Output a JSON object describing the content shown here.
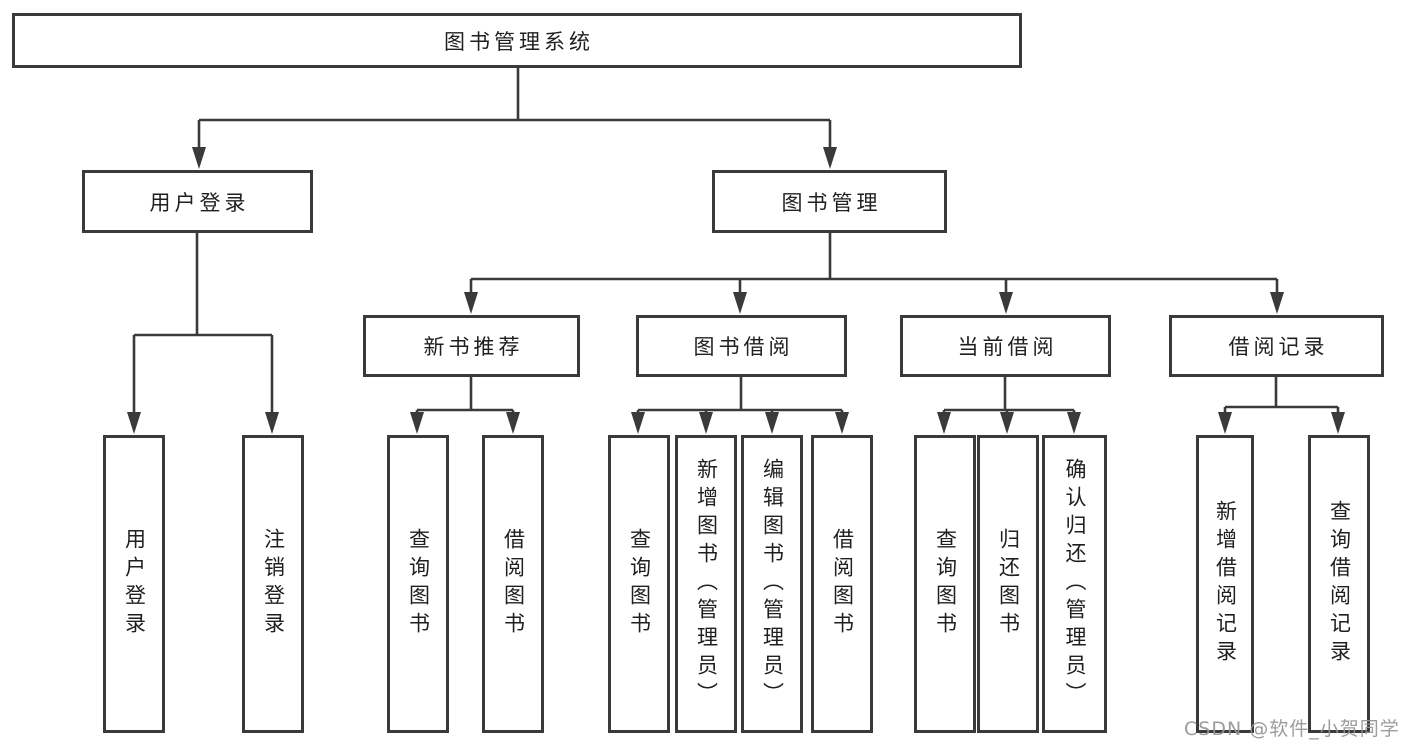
{
  "diagram": {
    "type": "hierarchy-tree",
    "root": {
      "label": "图书管理系统"
    },
    "level2": [
      {
        "label": "用户登录",
        "leaves": [
          "用户登录",
          "注销登录"
        ]
      },
      {
        "label": "图书管理",
        "modules": [
          {
            "label": "新书推荐",
            "leaves": [
              "查询图书",
              "借阅图书"
            ]
          },
          {
            "label": "图书借阅",
            "leaves": [
              "查询图书",
              "新增图书（管理员）",
              "编辑图书（管理员）",
              "借阅图书"
            ]
          },
          {
            "label": "当前借阅",
            "leaves": [
              "查询图书",
              "归还图书",
              "确认归还（管理员）"
            ]
          },
          {
            "label": "借阅记录",
            "leaves": [
              "新增借阅记录",
              "查询借阅记录"
            ]
          }
        ]
      }
    ]
  },
  "watermark": "CSDN @软件_小贺同学",
  "colors": {
    "line": "#3a3a3a",
    "box_border": "#3a3a3a",
    "text": "#1f1f1f",
    "watermark": "#949494",
    "background": "#ffffff"
  }
}
